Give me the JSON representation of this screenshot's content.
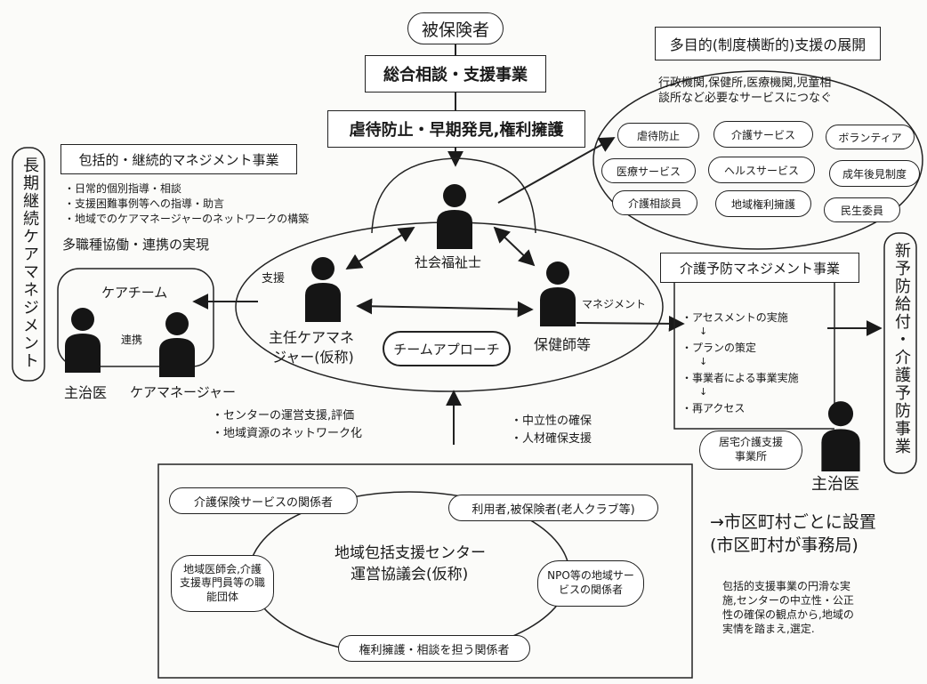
{
  "top": {
    "insured": "被保険者",
    "consult": "総合相談・支援事業",
    "abuse": "虐待防止・早期発見,権利擁護"
  },
  "multi": {
    "title": "多目的(制度横断的)支援の展開",
    "desc1": "行政機関,保健所,医療機関,児童相",
    "desc2": "談所など必要なサービスにつなぐ",
    "items": [
      "虐待防止",
      "介護サービス",
      "ボランティア",
      "医療サービス",
      "ヘルスサービス",
      "成年後見制度",
      "介護相談員",
      "地域権利擁護",
      "民生委員"
    ]
  },
  "left": {
    "vertical": "長期継続ケアマネジメント",
    "mgmt_title": "包括的・継続的マネジメント事業",
    "bullets": [
      "・日常的個別指導・相談",
      "・支援困難事例等への指導・助言",
      "・地域でのケアマネージャーのネットワークの構築"
    ],
    "collab": "多職種協働・連携の実現",
    "careteam": "ケアチーム",
    "renkei": "連携",
    "doctor": "主治医",
    "caremanager": "ケアマネージャー"
  },
  "center": {
    "social_worker": "社会福祉士",
    "support": "支援",
    "chief_cm_1": "主任ケアマネ",
    "chief_cm_2": "ジャー(仮称)",
    "team": "チームアプローチ",
    "nurse": "保健師等",
    "management": "マネジメント"
  },
  "prevent": {
    "title": "介護予防マネジメント事業",
    "steps": [
      "・アセスメントの実施",
      "↓",
      "・プランの策定",
      "↓",
      "・事業者による事業実施",
      "↓",
      "・再アクセス"
    ],
    "office_1": "居宅介護支援",
    "office_2": "事業所",
    "doctor": "主治医",
    "vertical": "新予防給付・介護予防事業"
  },
  "mid": {
    "left": [
      "・センターの運営支援,評価",
      "・地域資源のネットワーク化"
    ],
    "right": [
      "・中立性の確保",
      "・人材確保支援"
    ]
  },
  "council": {
    "title_1": "地域包括支援センター",
    "title_2": "運営協議会(仮称)",
    "n1": "介護保険サービスの関係者",
    "n2": "利用者,被保険者(老人クラブ等)",
    "n3_1": "地域医師会,介護",
    "n3_2": "支援専門員等の職",
    "n3_3": "能団体",
    "n4_1": "NPO等の地域サー",
    "n4_2": "ビスの関係者",
    "n5": "権利擁護・相談を担う関係者"
  },
  "note": {
    "head_1": "→市区町村ごとに設置",
    "head_2": "(市区町村が事務局)",
    "body": [
      "包括的支援事業の円滑な実",
      "施,センターの中立性・公正",
      "性の確保の観点から,地域の",
      "実情を踏まえ,選定."
    ]
  }
}
